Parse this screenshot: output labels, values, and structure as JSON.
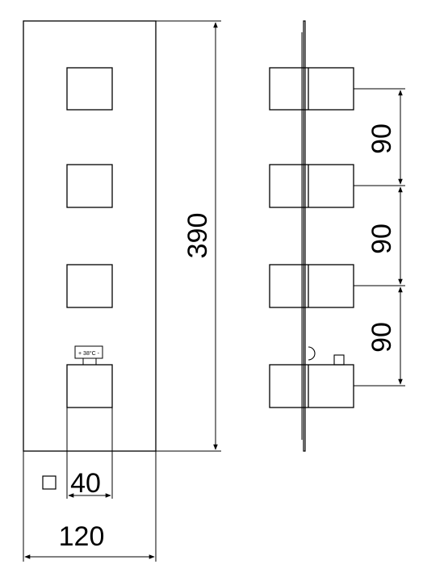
{
  "drawing": {
    "width_label": "120",
    "height_label": "390",
    "knob_label": "40",
    "spacing_labels": [
      "90",
      "90",
      "90"
    ],
    "scale_text": "+ 38°C -"
  }
}
